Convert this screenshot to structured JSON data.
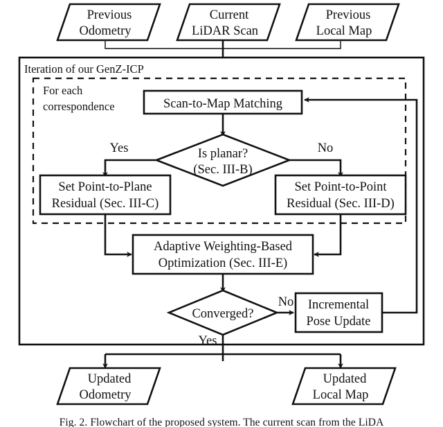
{
  "figure": {
    "caption": "Fig. 2.  Flowchart of the proposed system. The current scan from the LiDA",
    "container_label": "Iteration of our GenZ-ICP",
    "dashed_label_line1": "For each",
    "dashed_label_line2": "correspondence"
  },
  "inputs": [
    {
      "id": "previous-odometry",
      "line1": "Previous",
      "line2": "Odometry"
    },
    {
      "id": "current-lidar-scan",
      "line1": "Current",
      "line2": "LiDAR Scan"
    },
    {
      "id": "previous-local-map",
      "line1": "Previous",
      "line2": "Local Map"
    }
  ],
  "outputs": [
    {
      "id": "updated-odometry",
      "line1": "Updated",
      "line2": "Odometry"
    },
    {
      "id": "updated-local-map",
      "line1": "Updated",
      "line2": "Local Map"
    }
  ],
  "process_nodes": [
    {
      "id": "scan-to-map-matching",
      "line1": "Scan-to-Map Matching",
      "line2": ""
    },
    {
      "id": "set-point-to-plane-residual",
      "line1": "Set Point-to-Plane",
      "line2": "Residual (Sec. III-C)"
    },
    {
      "id": "set-point-to-point-residual",
      "line1": "Set Point-to-Point",
      "line2": "Residual (Sec. III-D)"
    },
    {
      "id": "adaptive-weighting-optimization",
      "line1": "Adaptive Weighting-Based",
      "line2": "Optimization (Sec. III-E)"
    },
    {
      "id": "incremental-pose-update",
      "line1": "Incremental",
      "line2": "Pose Update"
    }
  ],
  "decision_nodes": [
    {
      "id": "is-planar",
      "line1": "Is planar?",
      "line2": "(Sec. III-B)"
    },
    {
      "id": "converged",
      "line1": "Converged?",
      "line2": ""
    }
  ],
  "edge_labels": {
    "planar_yes": "Yes",
    "planar_no": "No",
    "converged_no": "No",
    "converged_yes": "Yes"
  },
  "colors": {
    "stroke": "#111111",
    "fill": "#ffffff",
    "text": "#111111"
  }
}
